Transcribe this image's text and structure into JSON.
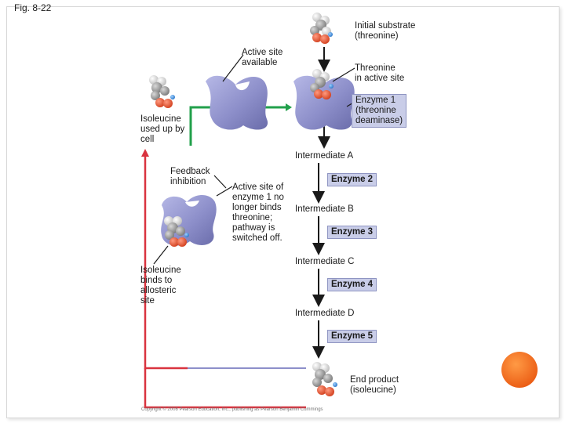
{
  "figure_label": "Fig. 8-22",
  "labels": {
    "initial_substrate": "Initial substrate\n(threonine)",
    "active_site_available": "Active site\navailable",
    "threonine_in_active_site": "Threonine\nin active site",
    "isoleucine_used": "Isoleucine\nused up by\ncell",
    "feedback_inhibition": "Feedback\ninhibition",
    "active_site_no_longer": "Active site of\nenzyme 1 no\nlonger binds\nthreonine;\npathway is\nswitched off.",
    "isoleucine_binds": "Isoleucine\nbinds to\nallosteric\nsite",
    "end_product": "End product\n(isoleucine)"
  },
  "pathway": {
    "enzyme1": "Enzyme 1\n(threonine\ndeaminase)",
    "intermediate_a": "Intermediate A",
    "enzyme2": "Enzyme 2",
    "intermediate_b": "Intermediate B",
    "enzyme3": "Enzyme 3",
    "intermediate_c": "Intermediate C",
    "enzyme4": "Enzyme 4",
    "intermediate_d": "Intermediate D",
    "enzyme5": "Enzyme 5"
  },
  "copyright": "Copyright © 2008 Pearson Education, Inc., publishing as Pearson Benjamin Cummings",
  "colors": {
    "enzyme": "#8d8fca",
    "enzyme_box": "#c9cde8",
    "feedback_arrow": "#d9333f",
    "green_arrow": "#22a04b",
    "accent_circle": "#f26a21"
  }
}
